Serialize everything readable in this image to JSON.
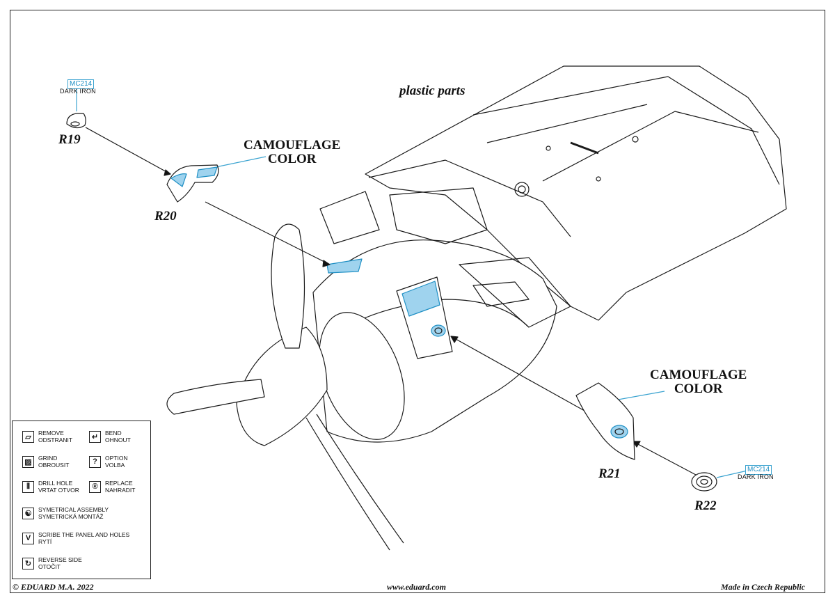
{
  "labels": {
    "plastic_parts": "plastic parts",
    "camouflage_1_line1": "CAMOUFLAGE",
    "camouflage_1_line2": "COLOR",
    "camouflage_2_line1": "CAMOUFLAGE",
    "camouflage_2_line2": "COLOR",
    "parts": [
      "R19",
      "R20",
      "R21",
      "R22"
    ]
  },
  "paint_callouts": [
    {
      "code": "MC214",
      "name": "DARK IRON"
    },
    {
      "code": "MC214",
      "name": "DARK IRON"
    }
  ],
  "legend": [
    {
      "icon": "remove-icon",
      "glyph": "▱",
      "line1": "REMOVE",
      "line2": "ODSTRANIT"
    },
    {
      "icon": "bend-icon",
      "glyph": "↵",
      "line1": "BEND",
      "line2": "OHNOUT"
    },
    {
      "icon": "grind-icon",
      "glyph": "▨",
      "line1": "GRIND",
      "line2": "OBROUSIT"
    },
    {
      "icon": "option-icon",
      "glyph": "?",
      "line1": "OPTION",
      "line2": "VOLBA"
    },
    {
      "icon": "drill-hole-icon",
      "glyph": "⫴",
      "line1": "DRILL HOLE",
      "line2": "VRTAT OTVOR"
    },
    {
      "icon": "replace-icon",
      "glyph": "®",
      "line1": "REPLACE",
      "line2": "NAHRADIT"
    },
    {
      "icon": "symmetrical-icon",
      "glyph": "☯",
      "line1": "SYMETRICAL ASSEMBLY",
      "line2": "SYMETRICKÁ MONTÁŽ"
    },
    {
      "icon": "scribe-icon",
      "glyph": "V",
      "line1": "SCRIBE THE PANEL AND HOLES",
      "line2": "RYTÍ"
    },
    {
      "icon": "reverse-side-icon",
      "glyph": "↻",
      "line1": "REVERSE SIDE",
      "line2": "OTOČIT"
    }
  ],
  "footer": {
    "copyright": "© EDUARD  M.A. 2022",
    "website": "www.eduard.com",
    "origin": "Made in Czech Republic"
  },
  "colors": {
    "highlight_blue": "#9fd3ee",
    "callout_blue": "#3aa3d0",
    "line": "#1a1a1a"
  }
}
